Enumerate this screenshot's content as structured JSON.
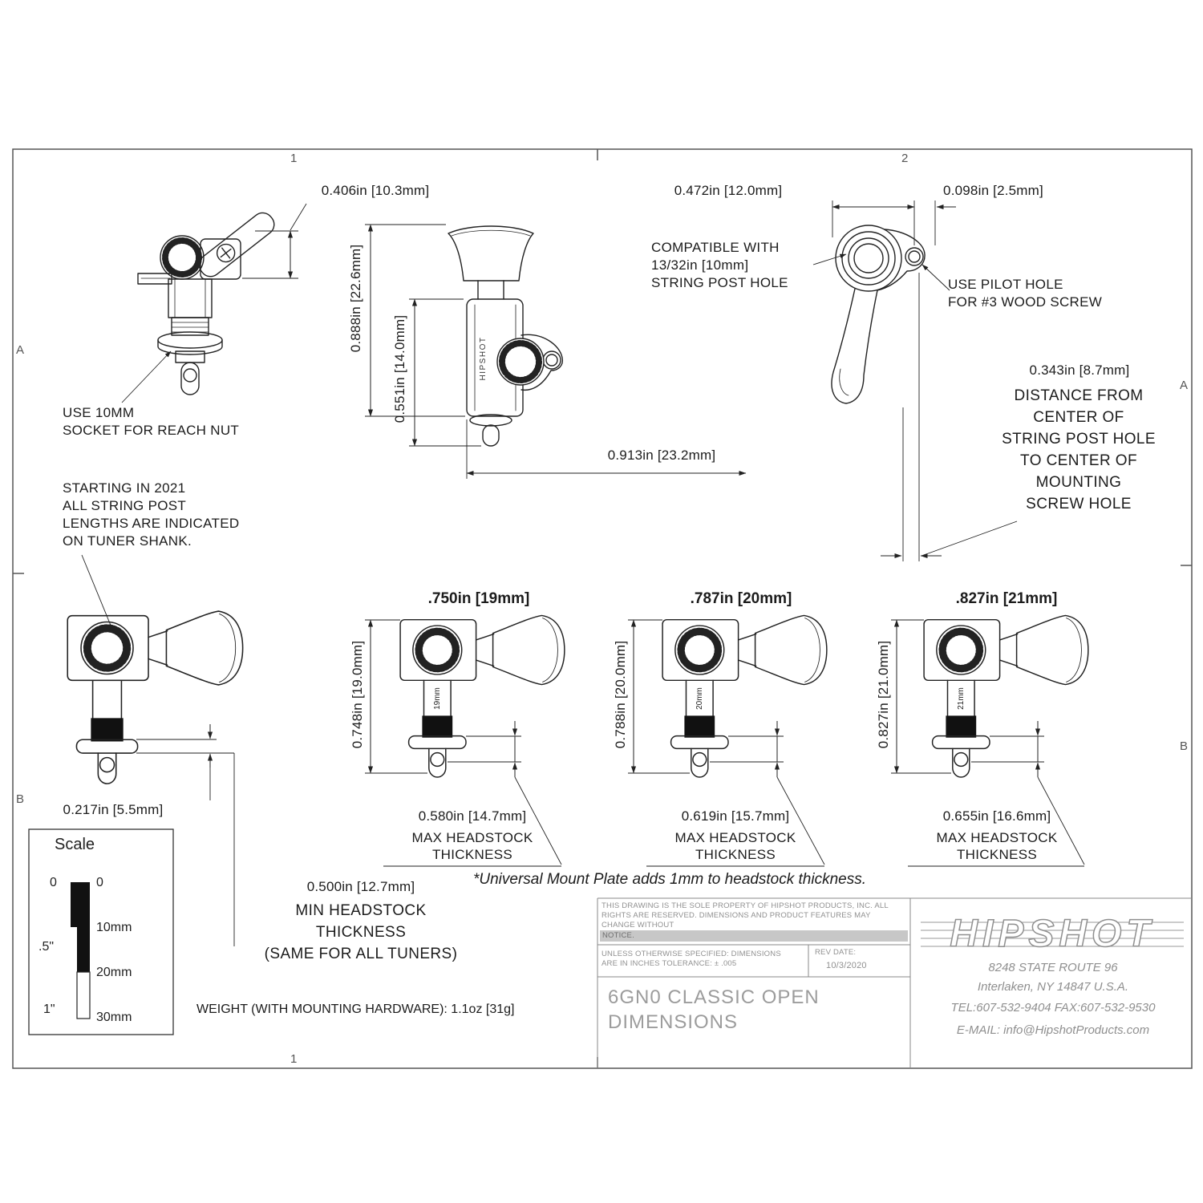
{
  "frame": {
    "zone_top_1": "1",
    "zone_top_2": "2",
    "zone_bottom_1": "1",
    "zone_left_a": "A",
    "zone_left_b": "B",
    "zone_right_a": "A",
    "zone_right_b": "B"
  },
  "front_view": {
    "dim_key_width": "0.406in [10.3mm]",
    "note_socket": "USE 10MM\nSOCKET FOR REACH NUT"
  },
  "side_view": {
    "dim_height_upper": "0.888in [22.6mm]",
    "dim_height_lower": "0.551in [14.0mm]",
    "dim_width": "0.913in [23.2mm]",
    "brand_vertical": "HIPSHOT"
  },
  "back_view": {
    "dim_plate_width": "0.472in [12.0mm]",
    "dim_screw_offset": "0.098in [2.5mm]",
    "note_post_hole": "COMPATIBLE WITH\n13/32in [10mm]\nSTRING POST HOLE",
    "note_pilot_hole": "USE PILOT HOLE\nFOR #3 WOOD SCREW",
    "dim_hole_distance": "0.343in [8.7mm]",
    "note_distance": "DISTANCE FROM\nCENTER OF\nSTRING POST HOLE\nTO CENTER OF\nMOUNTING\nSCREW HOLE"
  },
  "notes": {
    "post_lengths": "STARTING IN 2021\nALL STRING POST\nLENGTHS ARE INDICATED\nON TUNER SHANK.",
    "universal_mount": "*Universal Mount Plate adds 1mm to headstock thickness.",
    "min_headstock_dim": "0.500in [12.7mm]",
    "min_headstock_label": "MIN HEADSTOCK\nTHICKNESS\n(SAME FOR ALL TUNERS)",
    "weight": "WEIGHT (WITH MOUNTING HARDWARE): 1.1oz [31g]"
  },
  "bottom_row": {
    "t1": {
      "dim_washer": "0.217in [5.5mm]"
    },
    "t2": {
      "heading": ".750in [19mm]",
      "dim_length": "0.748in [19.0mm]",
      "dim_thickness": "0.580in [14.7mm]",
      "max_label": "MAX HEADSTOCK\nTHICKNESS",
      "shank_label": "19mm"
    },
    "t3": {
      "heading": ".787in [20mm]",
      "dim_length": "0.788in [20.0mm]",
      "dim_thickness": "0.619in [15.7mm]",
      "max_label": "MAX HEADSTOCK\nTHICKNESS",
      "shank_label": "20mm"
    },
    "t4": {
      "heading": ".827in [21mm]",
      "dim_length": "0.827in [21.0mm]",
      "dim_thickness": "0.655in [16.6mm]",
      "max_label": "MAX HEADSTOCK\nTHICKNESS",
      "shank_label": "21mm"
    }
  },
  "scale_box": {
    "title": "Scale",
    "in_zero": "0",
    "mm_zero": "0",
    "half_inch": ".5\"",
    "one_inch": "1\"",
    "mm_10": "10mm",
    "mm_20": "20mm",
    "mm_30": "30mm"
  },
  "title_block": {
    "disclaimer": "THIS DRAWING IS THE SOLE PROPERTY OF HIPSHOT PRODUCTS, INC. ALL RIGHTS ARE RESERVED. DIMENSIONS AND PRODUCT FEATURES MAY CHANGE WITHOUT",
    "disclaimer_notice": "NOTICE.",
    "tolerance": "UNLESS OTHERWISE SPECIFIED: DIMENSIONS\nARE IN INCHES TOLERANCE:  ± .005",
    "rev_label": "REV DATE:",
    "rev_value": "10/3/2020",
    "drawing_title": "6GN0 CLASSIC OPEN\nDIMENSIONS",
    "logo_text": "HIPSHOT",
    "address_line1": "8248 STATE ROUTE 96",
    "address_line2": "Interlaken, NY 14847 U.S.A.",
    "phone_fax": "TEL:607-532-9404 FAX:607-532-9530",
    "email": "E-MAIL: info@HipshotProducts.com"
  }
}
